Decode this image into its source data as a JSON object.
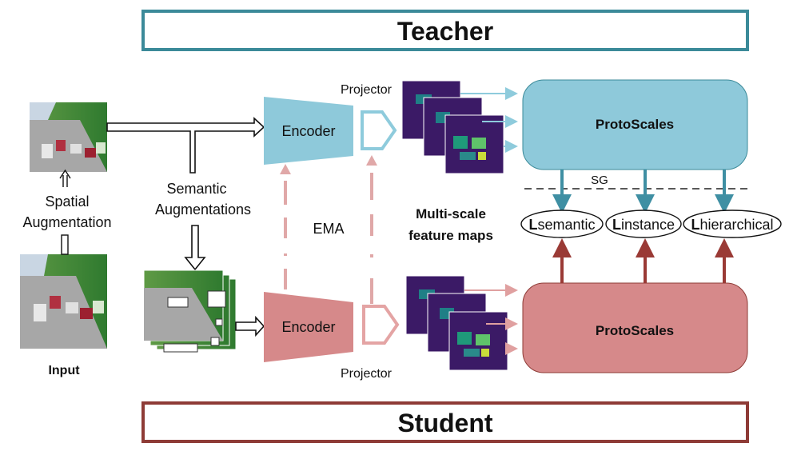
{
  "header": {
    "title": "Teacher"
  },
  "footer": {
    "title": "Student"
  },
  "input_panel": {
    "spatial_line1": "Spatial",
    "spatial_line2": "Augmentation",
    "input_label": "Input"
  },
  "semantic_label": {
    "line1": "Semantic",
    "line2": "Augmentations"
  },
  "teacher_branch": {
    "encoder": "Encoder",
    "projector": "Projector",
    "protoscales": "ProtoScales"
  },
  "student_branch": {
    "encoder": "Encoder",
    "projector": "Projector",
    "protoscales": "ProtoScales"
  },
  "ema_label": "EMA",
  "feature_maps_label": {
    "line1": "Multi-scale",
    "line2": "feature maps"
  },
  "sg_label": "SG",
  "losses": [
    {
      "prefix": "L",
      "suffix": "semantic"
    },
    {
      "prefix": "L",
      "suffix": "instance"
    },
    {
      "prefix": "L",
      "suffix": "hierarchical"
    }
  ],
  "colors": {
    "teacher_border": "#3b8a99",
    "student_border": "#8e3b36",
    "teacher_fill": "#8ec9da",
    "student_fill": "#d6898a",
    "teacher_arrow": "#3f8fa3",
    "student_arrow": "#9a3a35",
    "ema_dashes": "#e0a8a8"
  }
}
